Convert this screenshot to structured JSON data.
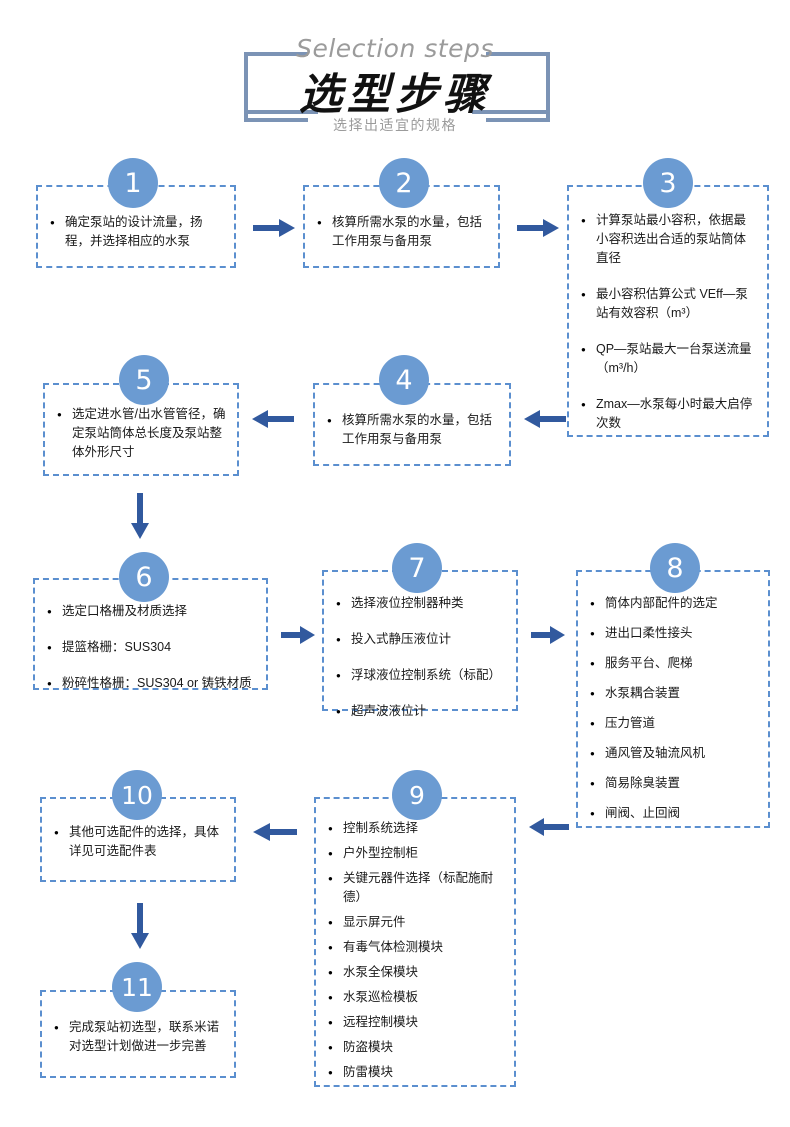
{
  "title": {
    "english": "Selection steps",
    "chinese": "选型步骤",
    "subtitle": "选择出适宜的规格"
  },
  "colors": {
    "circle_blue": "#6b9bd2",
    "dashed_border": "#5b8fcf",
    "arrow_blue": "#31599e",
    "frame_gray_blue": "#7b93b5",
    "subtitle_gray": "#9b9b9b"
  },
  "steps": [
    {
      "number": "1",
      "bullets": [
        "确定泵站的设计流量，扬程，并选择相应的水泵"
      ]
    },
    {
      "number": "2",
      "bullets": [
        "核算所需水泵的水量，包括工作用泵与备用泵"
      ]
    },
    {
      "number": "3",
      "bullets": [
        "计算泵站最小容积，依据最小容积选出合适的泵站筒体直径",
        "最小容积估算公式 VEff—泵站有效容积（m³）",
        "QP—泵站最大一台泵送流量（m³/h）",
        "Zmax—水泵每小时最大启停次数"
      ]
    },
    {
      "number": "4",
      "bullets": [
        "核算所需水泵的水量，包括工作用泵与备用泵"
      ]
    },
    {
      "number": "5",
      "bullets": [
        "选定进水管/出水管管径，确定泵站筒体总长度及泵站整体外形尺寸"
      ]
    },
    {
      "number": "6",
      "bullets": [
        "选定口格栅及材质选择",
        "提篮格栅：SUS304",
        "粉碎性格栅：SUS304 or 铸铁材质"
      ]
    },
    {
      "number": "7",
      "bullets": [
        "选择液位控制器种类",
        "投入式静压液位计",
        "浮球液位控制系统（标配）",
        "超声波液位计"
      ]
    },
    {
      "number": "8",
      "bullets": [
        "筒体内部配件的选定",
        "进出口柔性接头",
        "服务平台、爬梯",
        "水泵耦合装置",
        "压力管道",
        "通风管及轴流风机",
        "简易除臭装置",
        "闸阀、止回阀"
      ]
    },
    {
      "number": "9",
      "bullets": [
        "控制系统选择",
        "户外型控制柜",
        "关键元器件选择（标配施耐德）",
        "显示屏元件",
        "有毒气体检测模块",
        "水泵全保模块",
        "水泵巡检模板",
        "远程控制模块",
        "防盗模块",
        "防雷模块"
      ]
    },
    {
      "number": "10",
      "bullets": [
        "其他可选配件的选择，具体详见可选配件表"
      ]
    },
    {
      "number": "11",
      "bullets": [
        "完成泵站初选型，联系米诺对选型计划做进一步完善"
      ]
    }
  ],
  "arrows": [
    {
      "name": "arrow-1-to-2",
      "direction": "right"
    },
    {
      "name": "arrow-2-to-3",
      "direction": "right"
    },
    {
      "name": "arrow-3-to-4",
      "direction": "left"
    },
    {
      "name": "arrow-4-to-5",
      "direction": "left"
    },
    {
      "name": "arrow-5-to-6",
      "direction": "down"
    },
    {
      "name": "arrow-6-to-7",
      "direction": "right"
    },
    {
      "name": "arrow-7-to-8",
      "direction": "right"
    },
    {
      "name": "arrow-8-to-9",
      "direction": "left"
    },
    {
      "name": "arrow-9-to-10",
      "direction": "left"
    },
    {
      "name": "arrow-10-to-11",
      "direction": "down"
    }
  ]
}
